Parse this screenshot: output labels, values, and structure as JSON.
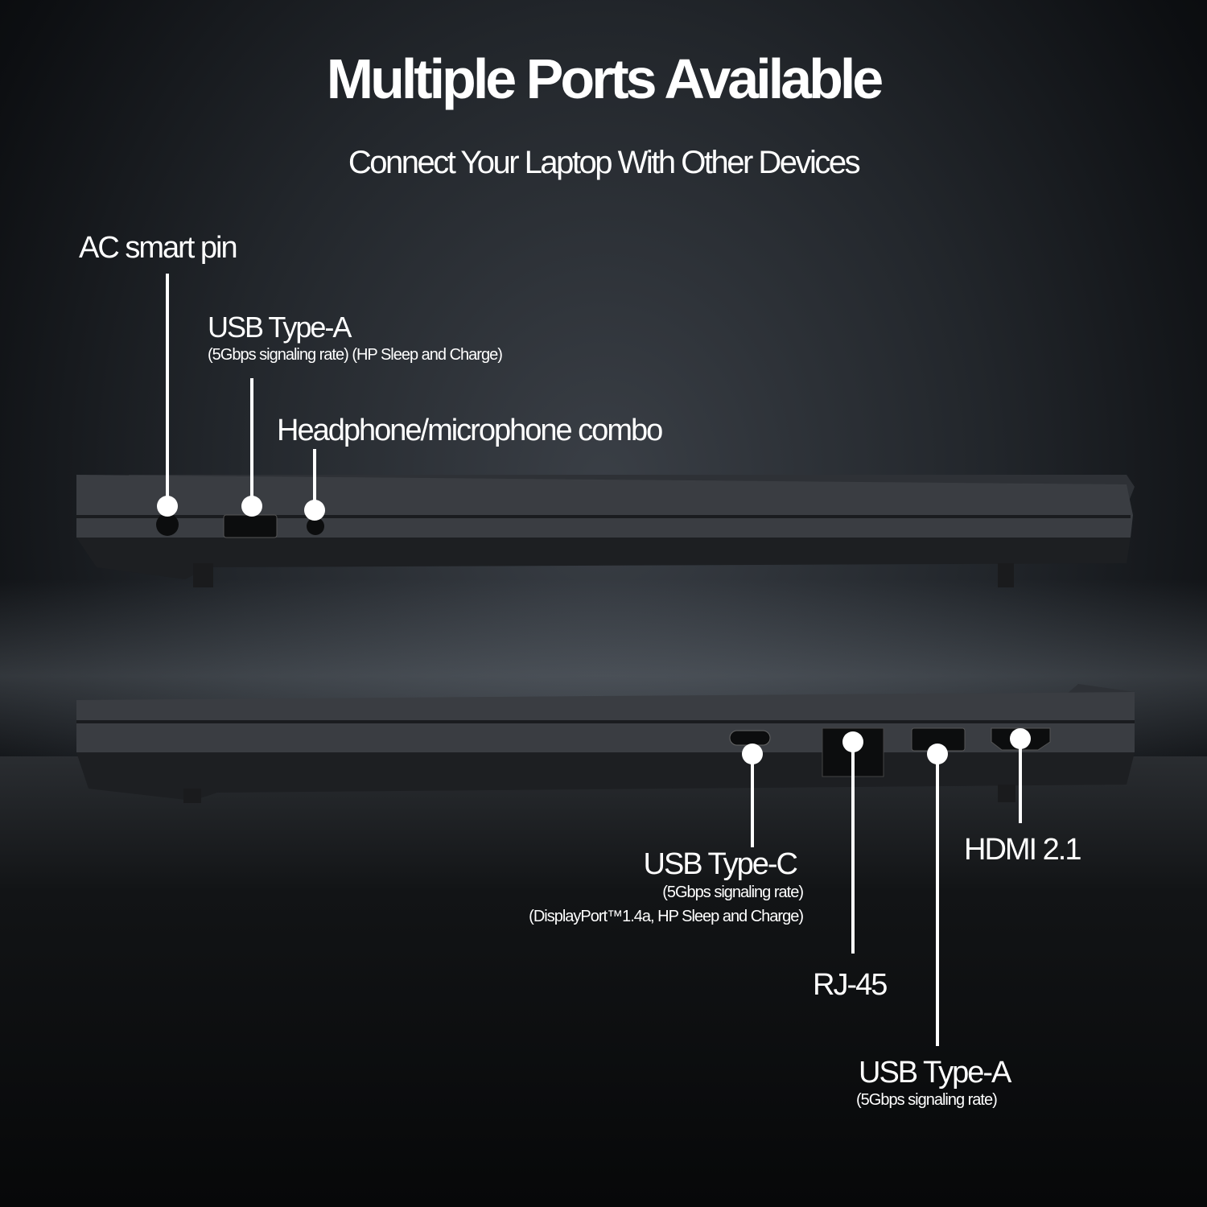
{
  "title": "Multiple Ports Available",
  "subtitle": "Connect Your Laptop With Other Devices",
  "left_side": {
    "ac": {
      "label": "AC smart pin"
    },
    "usb_a": {
      "label": "USB Type-A",
      "detail": "(5Gbps signaling rate) (HP Sleep and Charge)"
    },
    "audio": {
      "label": "Headphone/microphone combo"
    }
  },
  "right_side": {
    "usb_c": {
      "label": "USB Type-C",
      "detail1": "(5Gbps signaling rate)",
      "detail2": "(DisplayPort™1.4a, HP Sleep and Charge)"
    },
    "rj45": {
      "label": "RJ-45"
    },
    "usb_a": {
      "label": "USB Type-A",
      "detail": "(5Gbps signaling rate)"
    },
    "hdmi": {
      "label": "HDMI 2.1"
    }
  }
}
